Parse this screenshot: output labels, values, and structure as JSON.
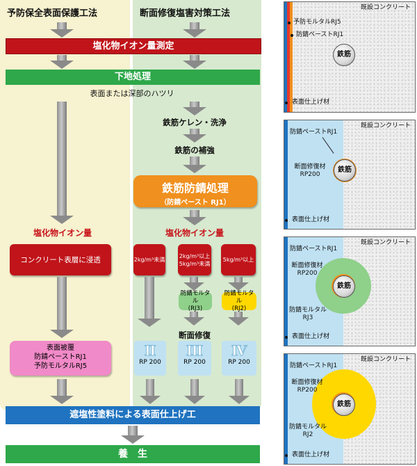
{
  "flow": {
    "left_title": "予防保全表面保護工法",
    "right_title": "断面修復塩害対策工法",
    "chloride_measure": "塩化物イオン量測定",
    "substrate": "下地処理",
    "chipping": "表面または深部のハツリ",
    "rebar_clean": "鉄筋ケレン・洗浄",
    "rebar_reinforce": "鉄筋の補強",
    "rust_treatment": "鉄筋防錆処理",
    "rust_treatment_sub": "（防錆ペースト RJ1）",
    "chloride_left": "塩化物イオン量",
    "chloride_right": "塩化物イオン量",
    "penetrate": "コンクリート表層に浸透",
    "c1": "2kg/m³未満",
    "c2a": "2kg/m³以上",
    "c2b": "5kg/m³未満",
    "c3": "5kg/m³以上",
    "mortar_rj3a": "防錆モルタル",
    "mortar_rj3b": "(RJ3)",
    "mortar_rj2a": "防錆モルタル",
    "mortar_rj2b": "(RJ2)",
    "section_repair": "断面修復",
    "coat1": "表面被覆",
    "coat2": "防錆ペーストRJ1",
    "coat3": "予防モルタルRJ5",
    "roman1": "Ⅱ",
    "roman2": "Ⅲ",
    "roman3": "Ⅳ",
    "rp1": "RP 200",
    "rp2": "RP 200",
    "rp3": "RP 200",
    "finish": "遮塩性塗料による表面仕上げ工",
    "cure": "養　生"
  },
  "panels": [
    {
      "concrete": "既設コンクリート",
      "l1": "予防モルタルRJ5",
      "l2": "防錆ペーストRJ1",
      "rebar": "鉄筋",
      "finish": "表面仕上げ材"
    },
    {
      "concrete": "既設コンクリート",
      "l1": "防錆ペーストRJ1",
      "l2a": "断面修復材",
      "l2b": "RP200",
      "rebar": "鉄筋",
      "finish": "表面仕上げ材"
    },
    {
      "concrete": "既設コンクリート",
      "l1": "防錆ペーストRJ1",
      "l2a": "断面修復材",
      "l2b": "RP200",
      "l3a": "防錆モルタル",
      "l3b": "RJ3",
      "rebar": "鉄筋",
      "finish": "表面仕上げ材"
    },
    {
      "concrete": "既設コンクリート",
      "l1": "防錆ペーストRJ1",
      "l2a": "断面修復材",
      "l2b": "RP200",
      "l3a": "防錆モルタル",
      "l3b": "RJ2",
      "rebar": "鉄筋",
      "finish": "表面仕上げ材"
    }
  ],
  "colors": {
    "left_bg": "#f7f2cf",
    "right_bg": "#d7e9cf",
    "red": "#c0141a",
    "green": "#2ea84a",
    "blue": "#1f73c0",
    "orange": "#f0901e",
    "pink": "#f08ac8",
    "light_blue": "#bfe1f2",
    "mortar_green": "#8fd08a",
    "mortar_yellow": "#ffd800"
  }
}
